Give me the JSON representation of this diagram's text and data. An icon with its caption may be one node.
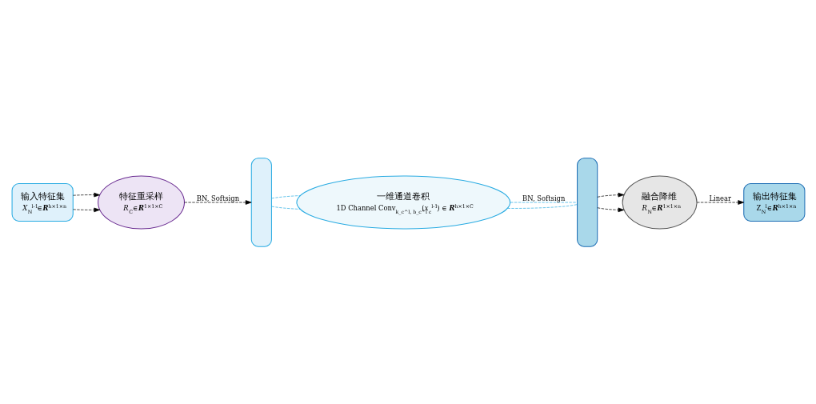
{
  "diagram": {
    "nodes": [
      {
        "text": [
          "输入特征集",
          "*X*$_{N}$$^{l-1}$∈**R**$^{h×1×n}$"
        ]
      },
      {
        "text": [
          "特征重采样",
          "*R*$_{C}$∈**R**$^{1×1×C}$"
        ]
      },
      {
        "text": [],
        "shape": "bar"
      },
      {
        "text": [
          "一维通道卷积",
          "1D Channel Conv$_{k_c^l, b_c^l}$(*x*$_{c}$$^{l-1}$) ∈ **R**$^{h×1×C}$"
        ]
      },
      {
        "text": [],
        "shape": "bar"
      },
      {
        "text": [
          "融合降维",
          "*R*$_{N}$∈**R**$^{1×1×n}$"
        ]
      },
      {
        "text": [
          "输出特征集",
          "Z$_{N}$$^{l}$∈**R**$^{h×1×n}$"
        ]
      }
    ],
    "edges": [
      {
        "from": 0,
        "to": 1,
        "arrow": "to",
        "style": "dashed"
      },
      {
        "from": 0,
        "to": 1,
        "arrow": "to",
        "style": "dashed"
      },
      {
        "from": 1,
        "to": 2,
        "arrow": "to",
        "style": "dashed",
        "label": "BN, Softsign"
      },
      {
        "from": 2,
        "to": 3,
        "arrow": "none",
        "style": "dashed",
        "color": "#29abe2"
      },
      {
        "from": 2,
        "to": 3,
        "arrow": "none",
        "style": "dashed",
        "color": "#29abe2"
      },
      {
        "from": 3,
        "to": 4,
        "arrow": "none",
        "style": "dashed",
        "color": "#29abe2",
        "label": "BN, Softsign"
      },
      {
        "from": 3,
        "to": 4,
        "arrow": "none",
        "style": "dashed",
        "color": "#29abe2"
      },
      {
        "from": 4,
        "to": 5,
        "arrow": "to",
        "style": "dashed"
      },
      {
        "from": 4,
        "to": 5,
        "arrow": "to",
        "style": "dashed"
      },
      {
        "from": 5,
        "to": 6,
        "arrow": "to",
        "style": "dashed",
        "label": "Linear"
      }
    ]
  }
}
